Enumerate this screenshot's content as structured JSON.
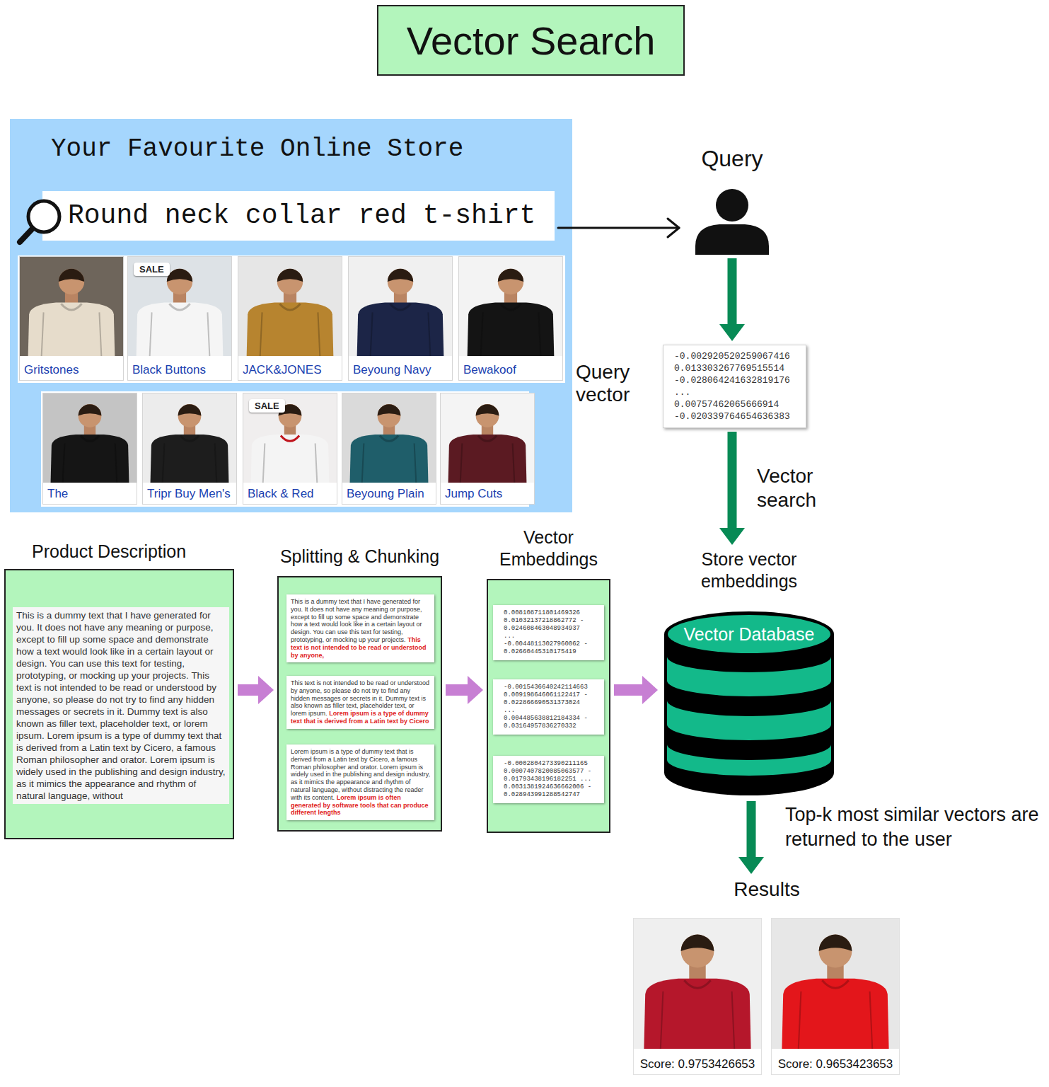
{
  "diagram": {
    "title": "Vector Search",
    "nodes": [
      {
        "text": [
          "Your Favourite Online Store"
        ]
      },
      {
        "text": [
          "Round neck collar red t-shirt"
        ],
        "in": 0
      },
      {
        "text": [
          "Gritstones"
        ],
        "in": 0
      },
      {
        "text": [
          "Black Buttons"
        ],
        "in": 0
      },
      {
        "text": [
          "SALE"
        ],
        "in": 3
      },
      {
        "text": [
          "JACK&JONES"
        ],
        "in": 0
      },
      {
        "text": [
          "Beyoung Navy"
        ],
        "in": 0
      },
      {
        "text": [
          "Bewakoof"
        ],
        "in": 0
      },
      {
        "text": [
          "The"
        ],
        "in": 0
      },
      {
        "text": [
          "Tripr Buy Men's"
        ],
        "in": 0
      },
      {
        "text": [
          "Black & Red"
        ],
        "in": 0
      },
      {
        "text": [
          "SALE"
        ],
        "in": 10
      },
      {
        "text": [
          "Beyoung Plain"
        ],
        "in": 0
      },
      {
        "text": [
          "Jump Cuts"
        ],
        "in": 0
      },
      {
        "text": [
          "Query"
        ]
      },
      {
        "text": [
          "Query vector",
          "-0.002920520259067416 0.013303267769515514 -0.028064241632819176 ... 0.00757462065666914 -0.020339764654636383"
        ]
      },
      {
        "text": [
          "Product Description",
          "This is a dummy text that I have generated for you. It does not have any meaning or purpose, except to fill up some space and demonstrate how a text would look like in a certain layout or design. You can use this text for testing, prototyping, or mocking up your projects. This text is not intended to be read or understood by anyone, so please do not try to find any hidden messages or secrets in it. Dummy text is also known as filler text, placeholder text, or lorem ipsum. Lorem ipsum is a type of dummy text that is derived from a Latin text by Cicero, a famous Roman philosopher and orator. Lorem ipsum is widely used in the publishing and design industry, as it mimics the appearance and rhythm of natural language, without"
        ]
      },
      {
        "text": [
          "Splitting & Chunking"
        ]
      },
      {
        "text": [
          "This is a dummy text that I have generated for you. It does not have any meaning or purpose, except to fill up some space and demonstrate how a text would look like in a certain layout or design. You can use this text for testing, prototyping, or mocking up your projects.",
          "This text is not intended to be read or understood by anyone,"
        ],
        "in": 17
      },
      {
        "text": [
          "This text is not intended to be read or understood by anyone, so please do not try to find any hidden messages or secrets in it. Dummy text is also known as filler text, placeholder text, or lorem ipsum.",
          "Lorem ipsum is a type of dummy text that is derived from a Latin text by Cicero"
        ],
        "in": 17
      },
      {
        "text": [
          "Lorem ipsum is a type of dummy text that is derived from a Latin text by Cicero, a famous Roman philosopher and orator. Lorem ipsum is widely used in the publishing and design industry, as it mimics the appearance and rhythm of natural language, without distracting the reader with its content.",
          "Lorem ipsum is often generated by software tools that can produce different lengths"
        ],
        "in": 17
      },
      {
        "text": [
          "Vector Embeddings"
        ]
      },
      {
        "text": [
          "0.008108711801469326 0.01032137218862772 - 0.024608463048934937 ... -0.00448113027960062 - 0.02660445310175419"
        ],
        "in": 21
      },
      {
        "text": [
          "-0.0015436640242114663 0.009198646061122417 - 0.022866690531373024 ... 0.004485638812184334 - 0.03164957836270332"
        ],
        "in": 21
      },
      {
        "text": [
          "-0.0002804273390211165 0.0007407820085063577 - 0.01793438196182251 ... 0.0031381924636662006 - 0.028943991288542747"
        ],
        "in": 21
      },
      {
        "text": [
          "Store vector embeddings",
          "Vector Database"
        ]
      },
      {
        "text": [
          "Results"
        ]
      },
      {
        "text": [
          "Score: 0.9753426653"
        ],
        "in": 26
      },
      {
        "text": [
          "Score: 0.9653423653"
        ],
        "in": 26
      }
    ],
    "edges": [
      {
        "from": 1,
        "to": 14,
        "arrow": "to"
      },
      {
        "from": 14,
        "to": 15,
        "arrow": "to"
      },
      {
        "from": 15,
        "to": 25,
        "arrow": "to",
        "label": "Vector search"
      },
      {
        "from": 16,
        "to": 17,
        "arrow": "to"
      },
      {
        "from": 17,
        "to": 21,
        "arrow": "to"
      },
      {
        "from": 21,
        "to": 25,
        "arrow": "to"
      },
      {
        "from": 25,
        "to": 26,
        "arrow": "to",
        "label": "Top-k most similar vectors are returned to the user"
      }
    ]
  }
}
